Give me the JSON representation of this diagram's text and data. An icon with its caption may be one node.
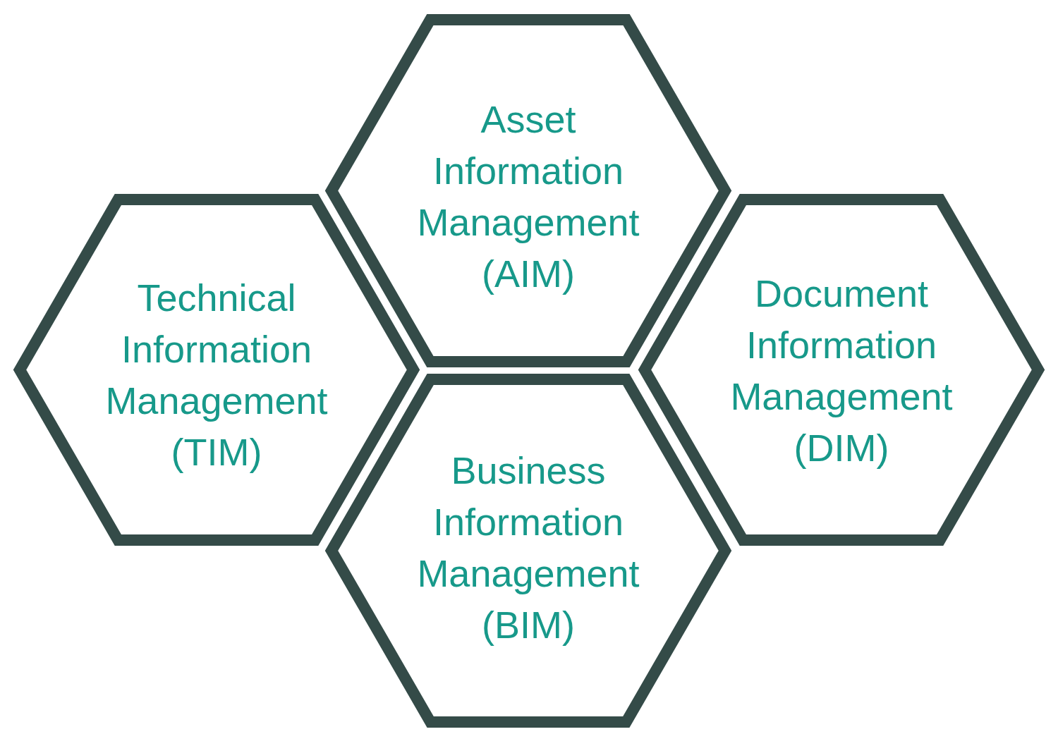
{
  "diagram": {
    "nodes": [
      {
        "text": [
          "Asset Information Management (AIM)"
        ]
      },
      {
        "text": [
          "Technical Information Management (TIM)"
        ]
      },
      {
        "text": [
          "Document Information Management (DIM)"
        ]
      },
      {
        "text": [
          "Business Information Management (BIM)"
        ]
      }
    ]
  }
}
